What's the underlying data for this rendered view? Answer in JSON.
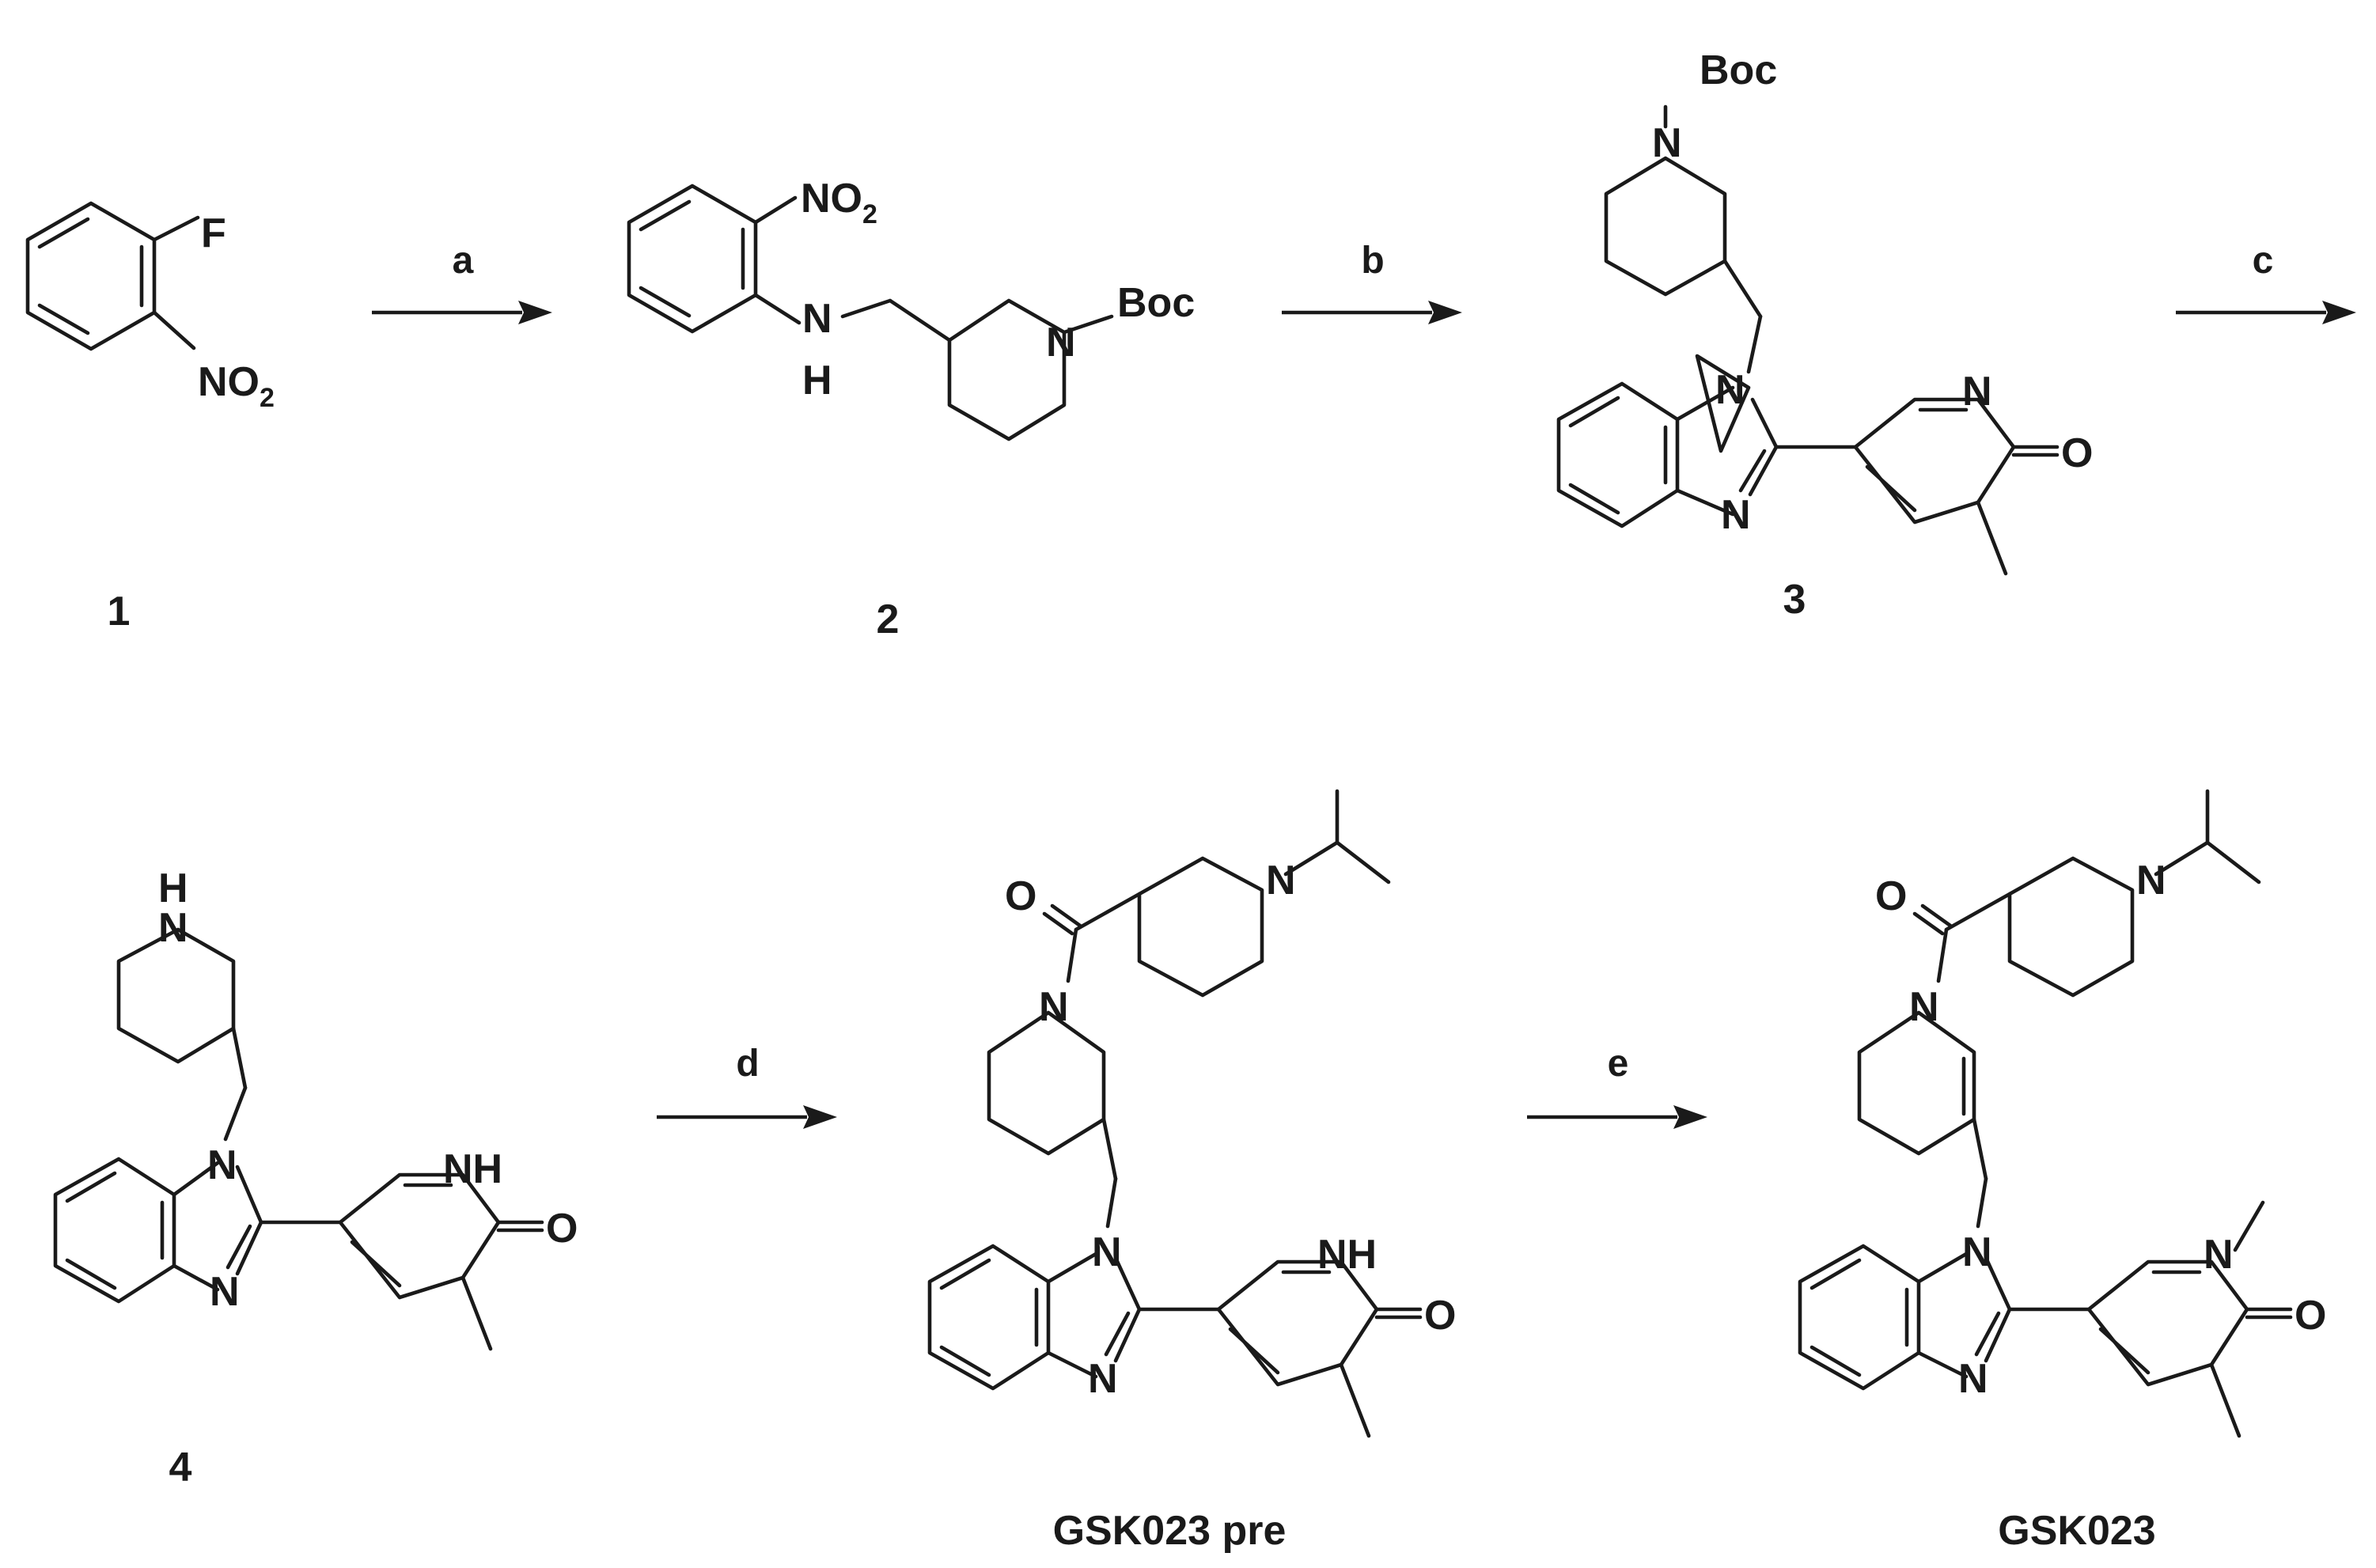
{
  "steps": {
    "a": "a",
    "b": "b",
    "c": "c",
    "d": "d",
    "e": "e"
  },
  "compounds": {
    "c1": "1",
    "c2": "2",
    "c3": "3",
    "c4": "4",
    "c5": "GSK023 pre",
    "c6": "GSK023"
  },
  "atoms": {
    "F": "F",
    "N": "N",
    "NO": "NO",
    "sub2": "2",
    "O": "O",
    "H": "H",
    "NH": "NH",
    "Boc": "Boc"
  }
}
